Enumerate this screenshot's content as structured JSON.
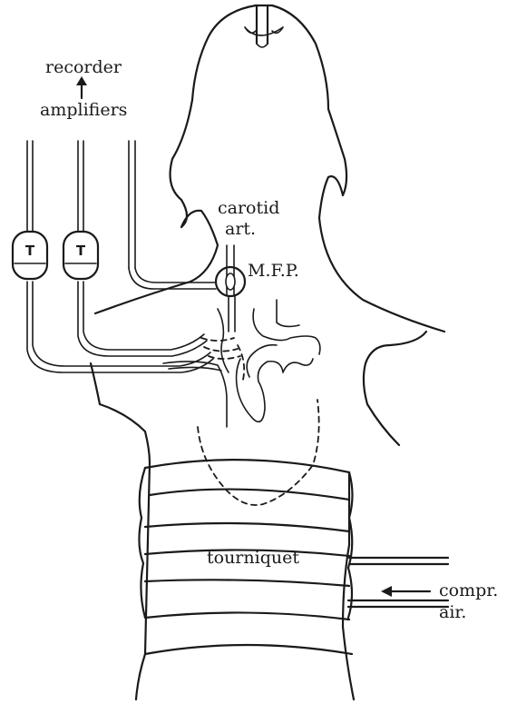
{
  "labels": {
    "recorder": "recorder",
    "amplifiers": "amplifiers",
    "carotid_line1": "carotid",
    "carotid_line2": "art.",
    "mfp": "M.F.P.",
    "tourniquet": "tourniquet",
    "compr_line1": "compr.",
    "compr_line2": "air.",
    "transducer_1": "T",
    "transducer_2": "T"
  },
  "icons": {
    "signal_arrow": "arrow-up-icon",
    "air_arrow": "arrow-left-icon"
  }
}
